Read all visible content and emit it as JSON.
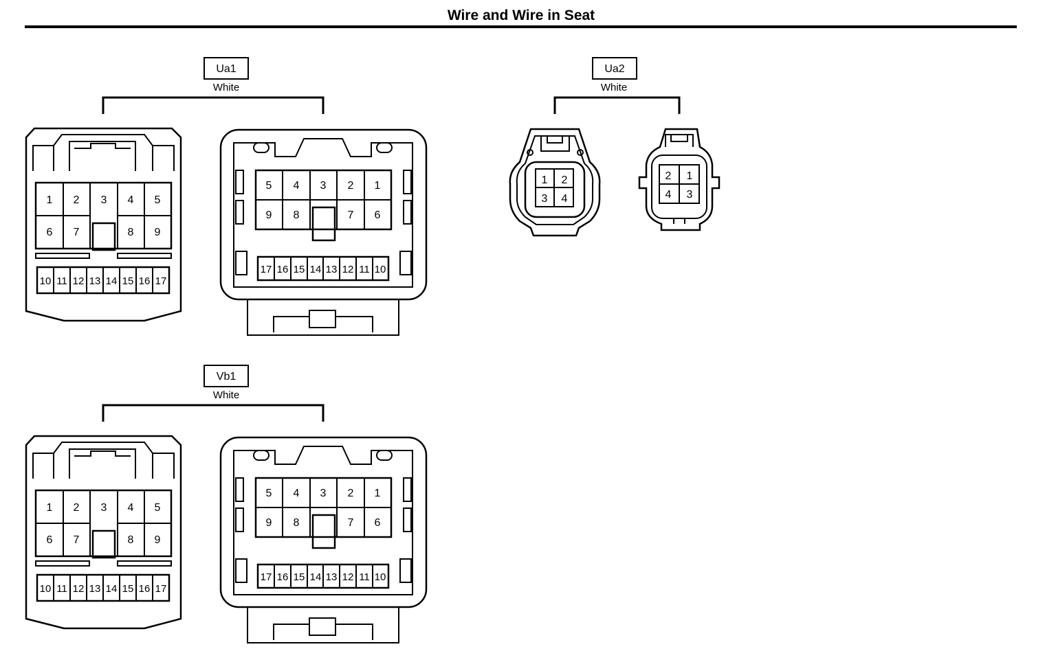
{
  "title": "Wire and Wire in Seat",
  "connectors": [
    {
      "id": "Ua1",
      "color": "White",
      "male": {
        "top_row": [
          "1",
          "2",
          "3",
          "4",
          "5"
        ],
        "mid_row": [
          "6",
          "7",
          "",
          "8",
          "9"
        ],
        "bottom_row": [
          "10",
          "11",
          "12",
          "13",
          "14",
          "15",
          "16",
          "17"
        ]
      },
      "female": {
        "top_row": [
          "5",
          "4",
          "3",
          "2",
          "1"
        ],
        "mid_row": [
          "9",
          "8",
          "",
          "7",
          "6"
        ],
        "bottom_row": [
          "17",
          "16",
          "15",
          "14",
          "13",
          "12",
          "11",
          "10"
        ]
      }
    },
    {
      "id": "Vb1",
      "color": "White",
      "male": {
        "top_row": [
          "1",
          "2",
          "3",
          "4",
          "5"
        ],
        "mid_row": [
          "6",
          "7",
          "",
          "8",
          "9"
        ],
        "bottom_row": [
          "10",
          "11",
          "12",
          "13",
          "14",
          "15",
          "16",
          "17"
        ]
      },
      "female": {
        "top_row": [
          "5",
          "4",
          "3",
          "2",
          "1"
        ],
        "mid_row": [
          "9",
          "8",
          "",
          "7",
          "6"
        ],
        "bottom_row": [
          "17",
          "16",
          "15",
          "14",
          "13",
          "12",
          "11",
          "10"
        ]
      }
    },
    {
      "id": "Ua2",
      "color": "White",
      "male": {
        "pins": [
          "1",
          "2",
          "3",
          "4"
        ]
      },
      "female": {
        "pins": [
          "2",
          "1",
          "4",
          "3"
        ]
      }
    }
  ]
}
